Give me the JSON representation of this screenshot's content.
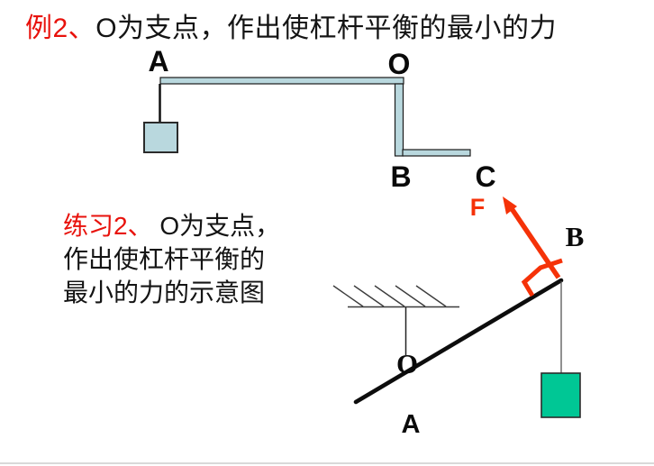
{
  "slide": {
    "title": {
      "prefix": "例2、",
      "text": "O为支点，作出使杠杆平衡的最小的力"
    },
    "exercise": {
      "prefix": "练习2、",
      "line1_rest": " O为支点，",
      "line2": "作出使杠杆平衡的",
      "line3": "最小的力的示意图"
    },
    "colors": {
      "accent_red": "#e8120c",
      "force_red": "#f53208",
      "bar_fill": "#b9d8de",
      "weight_green": "#00c795",
      "lever_black": "#0d0d0d"
    }
  },
  "diagram1": {
    "description": "Z-shaped lever with fulcrum O, weight hanging at A, arm B to C",
    "labels": {
      "a": "A",
      "o": "O",
      "b": "B",
      "c": "C"
    }
  },
  "diagram2": {
    "description": "Inclined lever on ceiling support at O, weight hanging at B, minimum force F perpendicular to OB",
    "labels": {
      "o": "O",
      "a": "A",
      "b": "B",
      "f": "F"
    }
  }
}
